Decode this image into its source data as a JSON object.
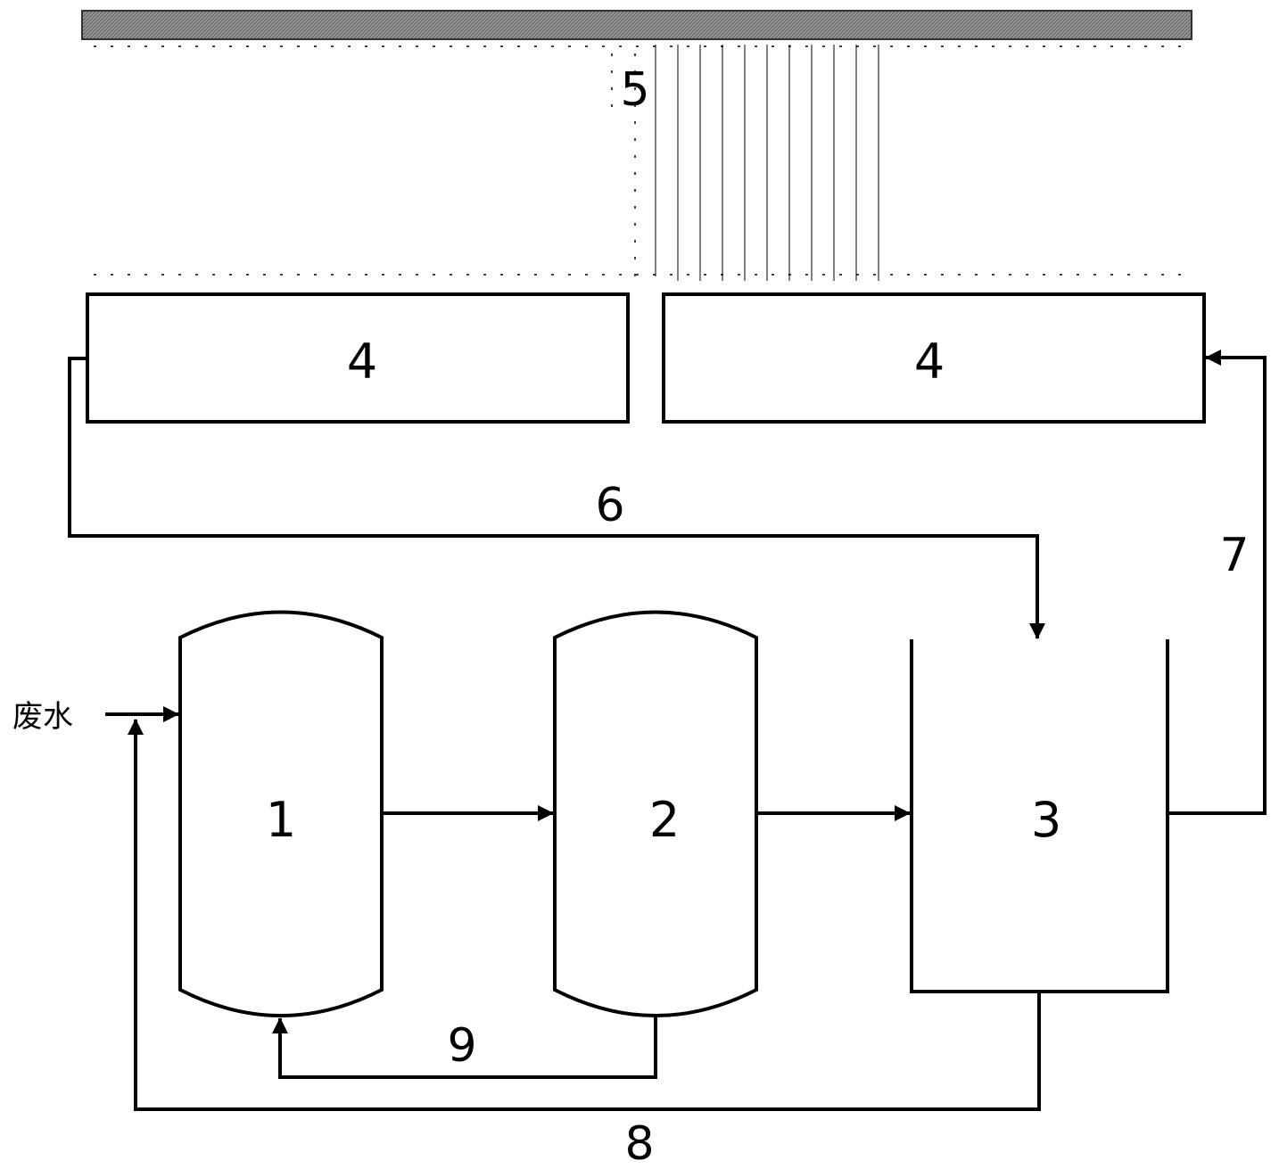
{
  "labels": {
    "num1": "1",
    "num2": "2",
    "num3": "3",
    "num4_left": "4",
    "num4_right": "4",
    "num5": "5",
    "num6": "6",
    "num7": "7",
    "num8": "8",
    "num9": "9",
    "wastewater": "废水"
  },
  "colors": {
    "line": "#000000",
    "bar": "#888888"
  }
}
